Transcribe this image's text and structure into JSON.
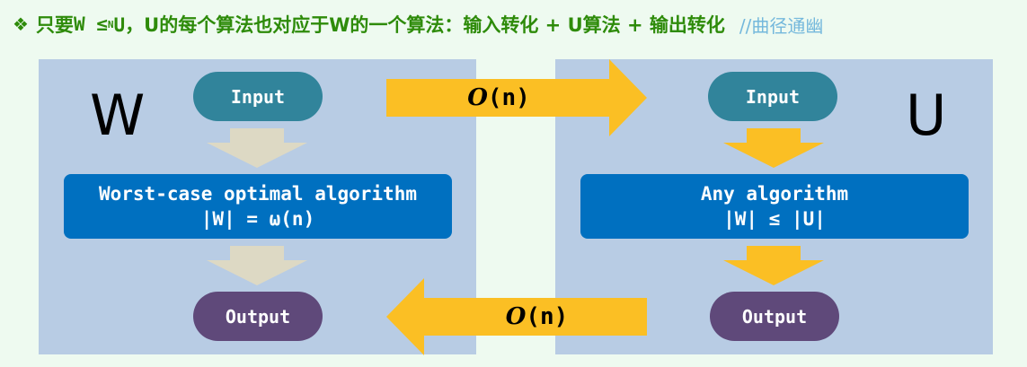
{
  "header": {
    "bullet": "❖",
    "prefix": "只要 ",
    "w": "W ≤",
    "sub": "N",
    "u": " U，",
    "text": "U的每个算法也对应于W的一个算法：输入转化 + U算法 + 输出转化",
    "comment": "//曲径通幽"
  },
  "left": {
    "letter": "W",
    "input": "Input",
    "algo_line1": "Worst-case optimal algorithm",
    "algo_line2": "|W| = ω(n)",
    "output": "Output"
  },
  "right": {
    "letter": "U",
    "input": "Input",
    "algo_line1": "Any algorithm",
    "algo_line2": "|W| ≤ |U|",
    "output": "Output"
  },
  "transfer_top": {
    "O": "O",
    "arg": "(n)"
  },
  "transfer_bottom": {
    "O": "O",
    "arg": "(n)"
  },
  "colors": {
    "panel": "#b8cce4",
    "input": "#31849b",
    "output": "#5f497a",
    "algo": "#0070c0",
    "arrow_yellow": "#fbbf24",
    "arrow_gray": "#ddd9c4",
    "header": "#2e8b0a",
    "comment": "#74b8dc"
  }
}
